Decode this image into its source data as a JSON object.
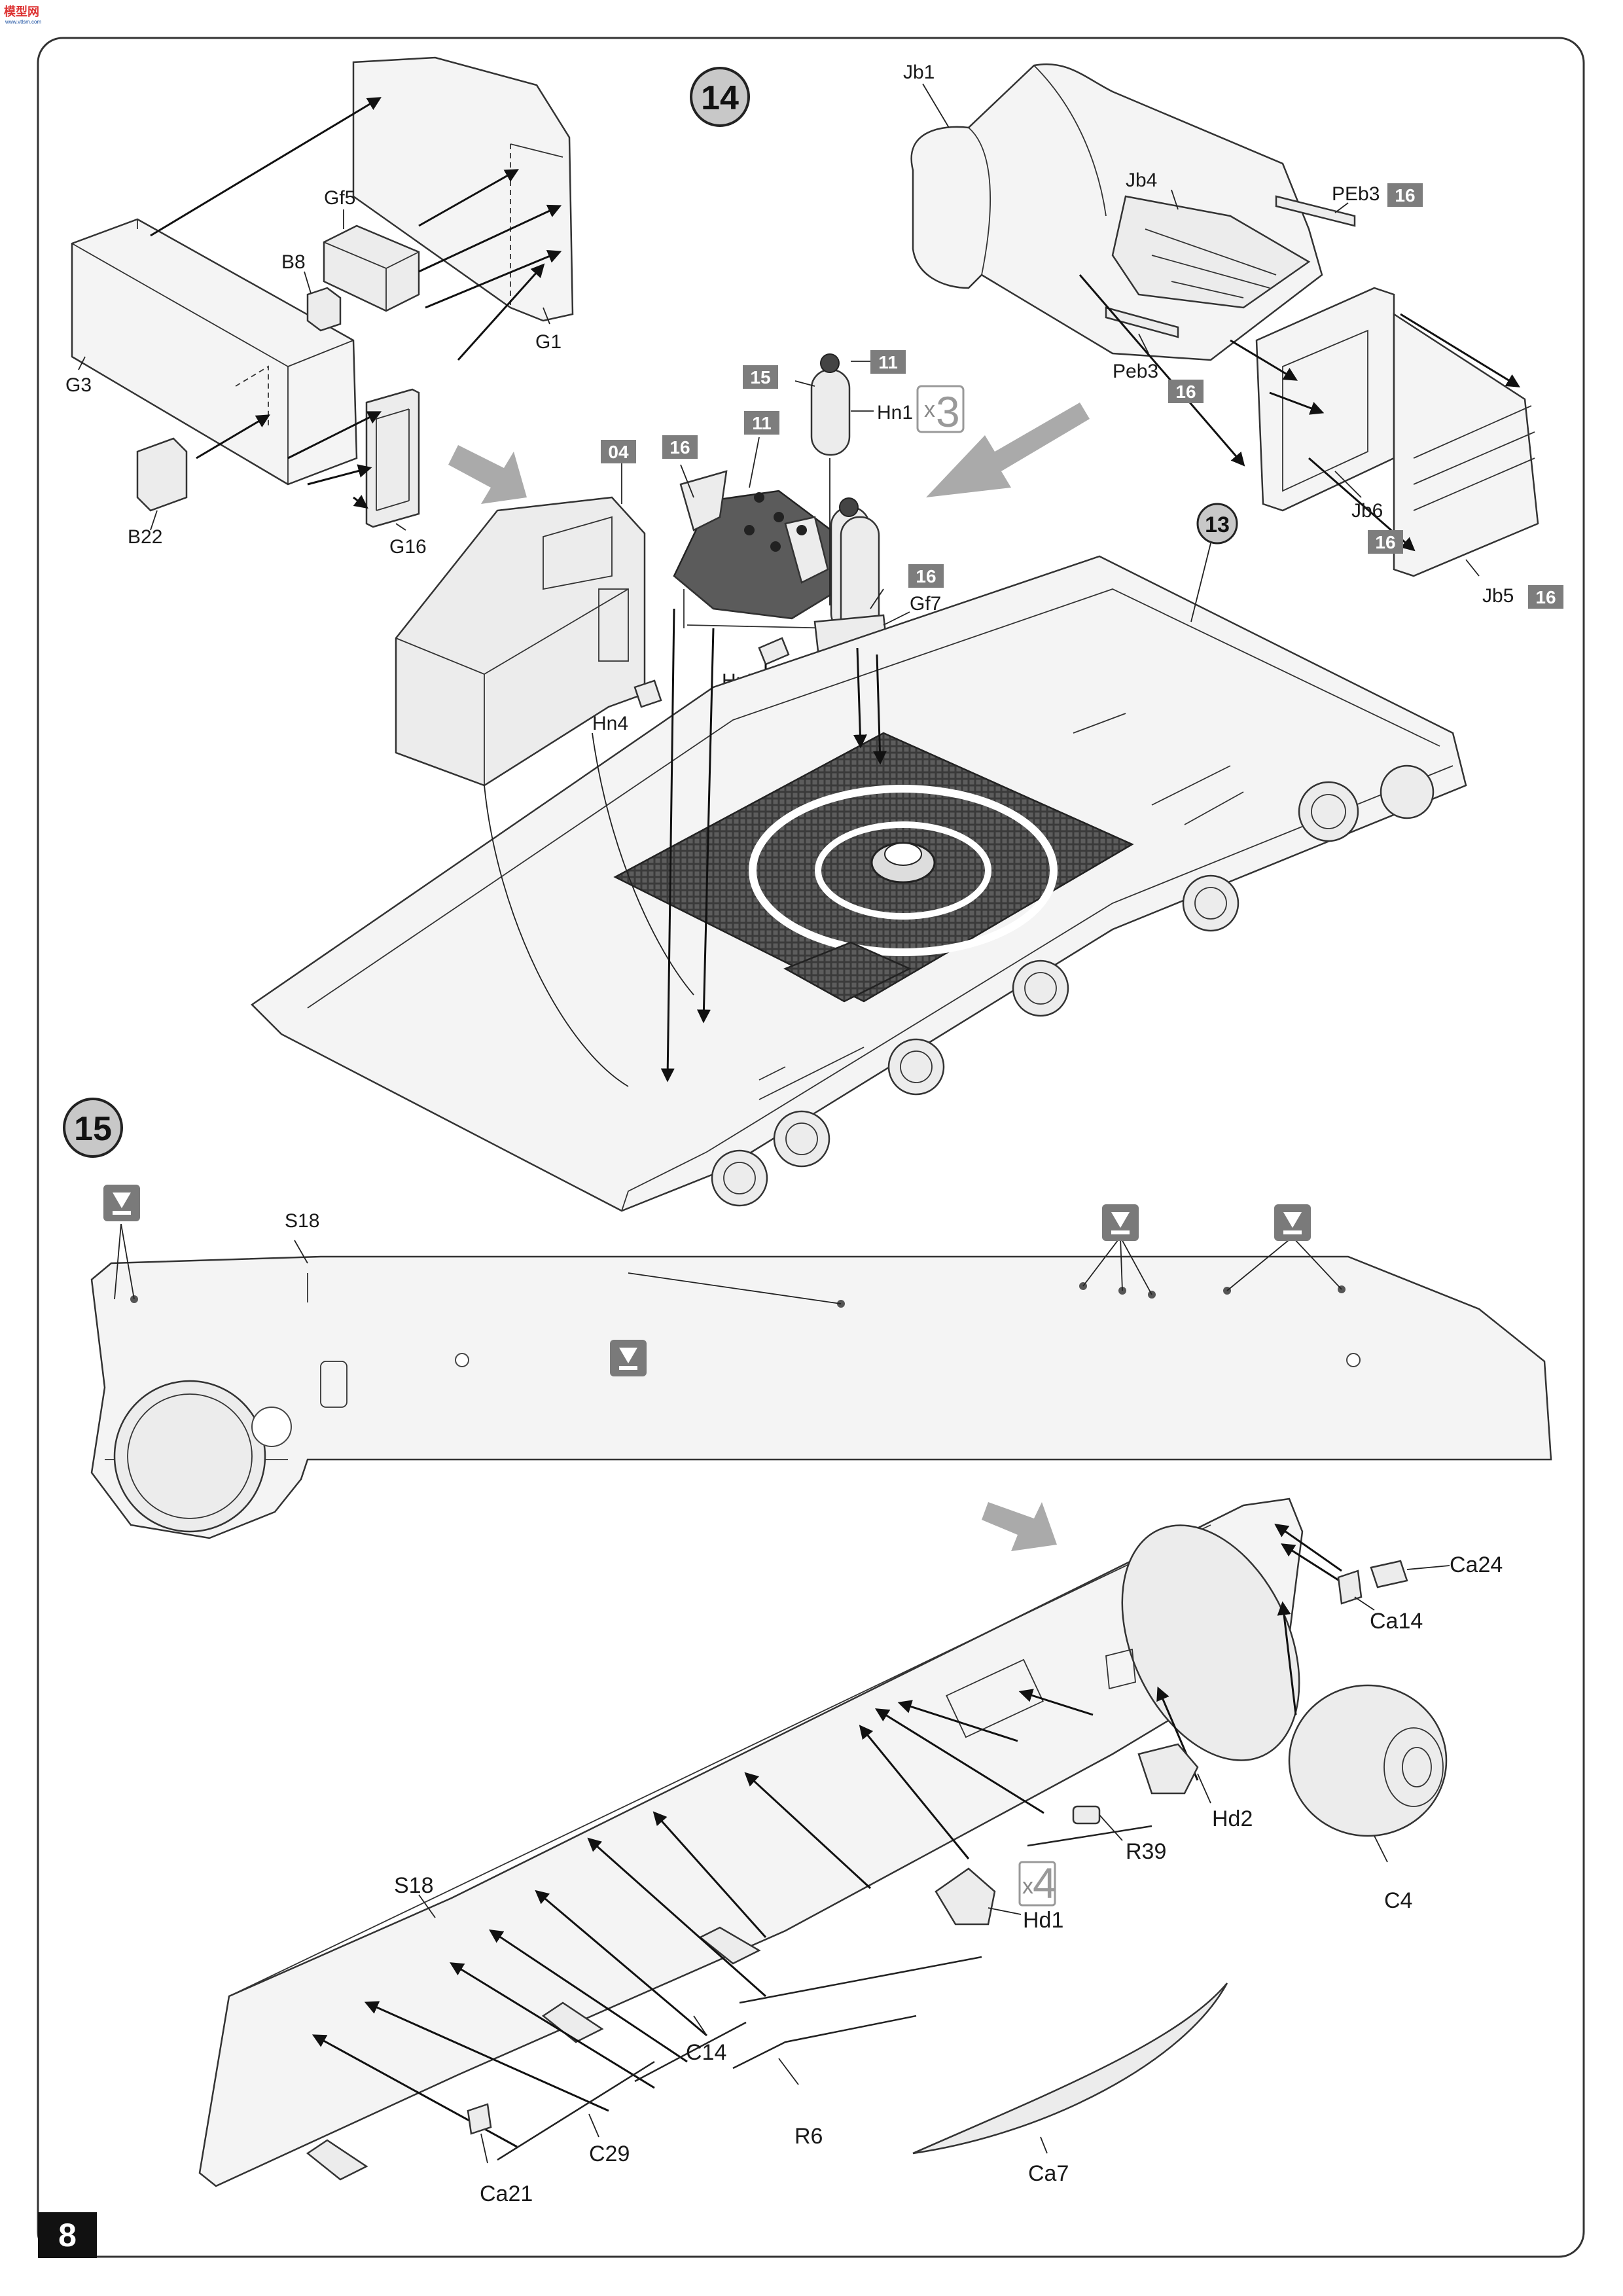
{
  "logo": {
    "text": "模型网",
    "sub": "www.vtlsm.com"
  },
  "page_number": "8",
  "steps": {
    "step14": "14",
    "step15": "15"
  },
  "sub_steps": {
    "ref13": "13"
  },
  "multipliers": {
    "hn1_count_x": "x",
    "hn1_count_n": "3",
    "hd1_count_x": "x",
    "hd1_count_n": "4"
  },
  "badges": {
    "b04": "04",
    "b16_seat": "16",
    "b11_seat": "11",
    "b15": "15",
    "b11_hn1": "11",
    "b16_gf7": "16",
    "b16_peb3_top": "16",
    "b16_peb3": "16",
    "b16_jb6": "16",
    "b16_jb5": "16"
  },
  "labels": {
    "gf5": "Gf5",
    "b8": "B8",
    "g1": "G1",
    "g3": "G3",
    "b22": "B22",
    "g16": "G16",
    "hn1": "Hn1",
    "gf7": "Gf7",
    "hn5": "Hn5",
    "hn4": "Hn4",
    "jb1": "Jb1",
    "jb4": "Jb4",
    "peb3_upper": "PEb3",
    "peb3_lower": "Peb3",
    "jb6": "Jb6",
    "jb5": "Jb5",
    "s18_top": "S18",
    "s18_bottom": "S18",
    "ca24": "Ca24",
    "ca14": "Ca14",
    "hd2": "Hd2",
    "r39": "R39",
    "c4": "C4",
    "hd1": "Hd1",
    "c14": "C14",
    "c29": "C29",
    "r6": "R6",
    "ca7": "Ca7",
    "ca21": "Ca21"
  }
}
